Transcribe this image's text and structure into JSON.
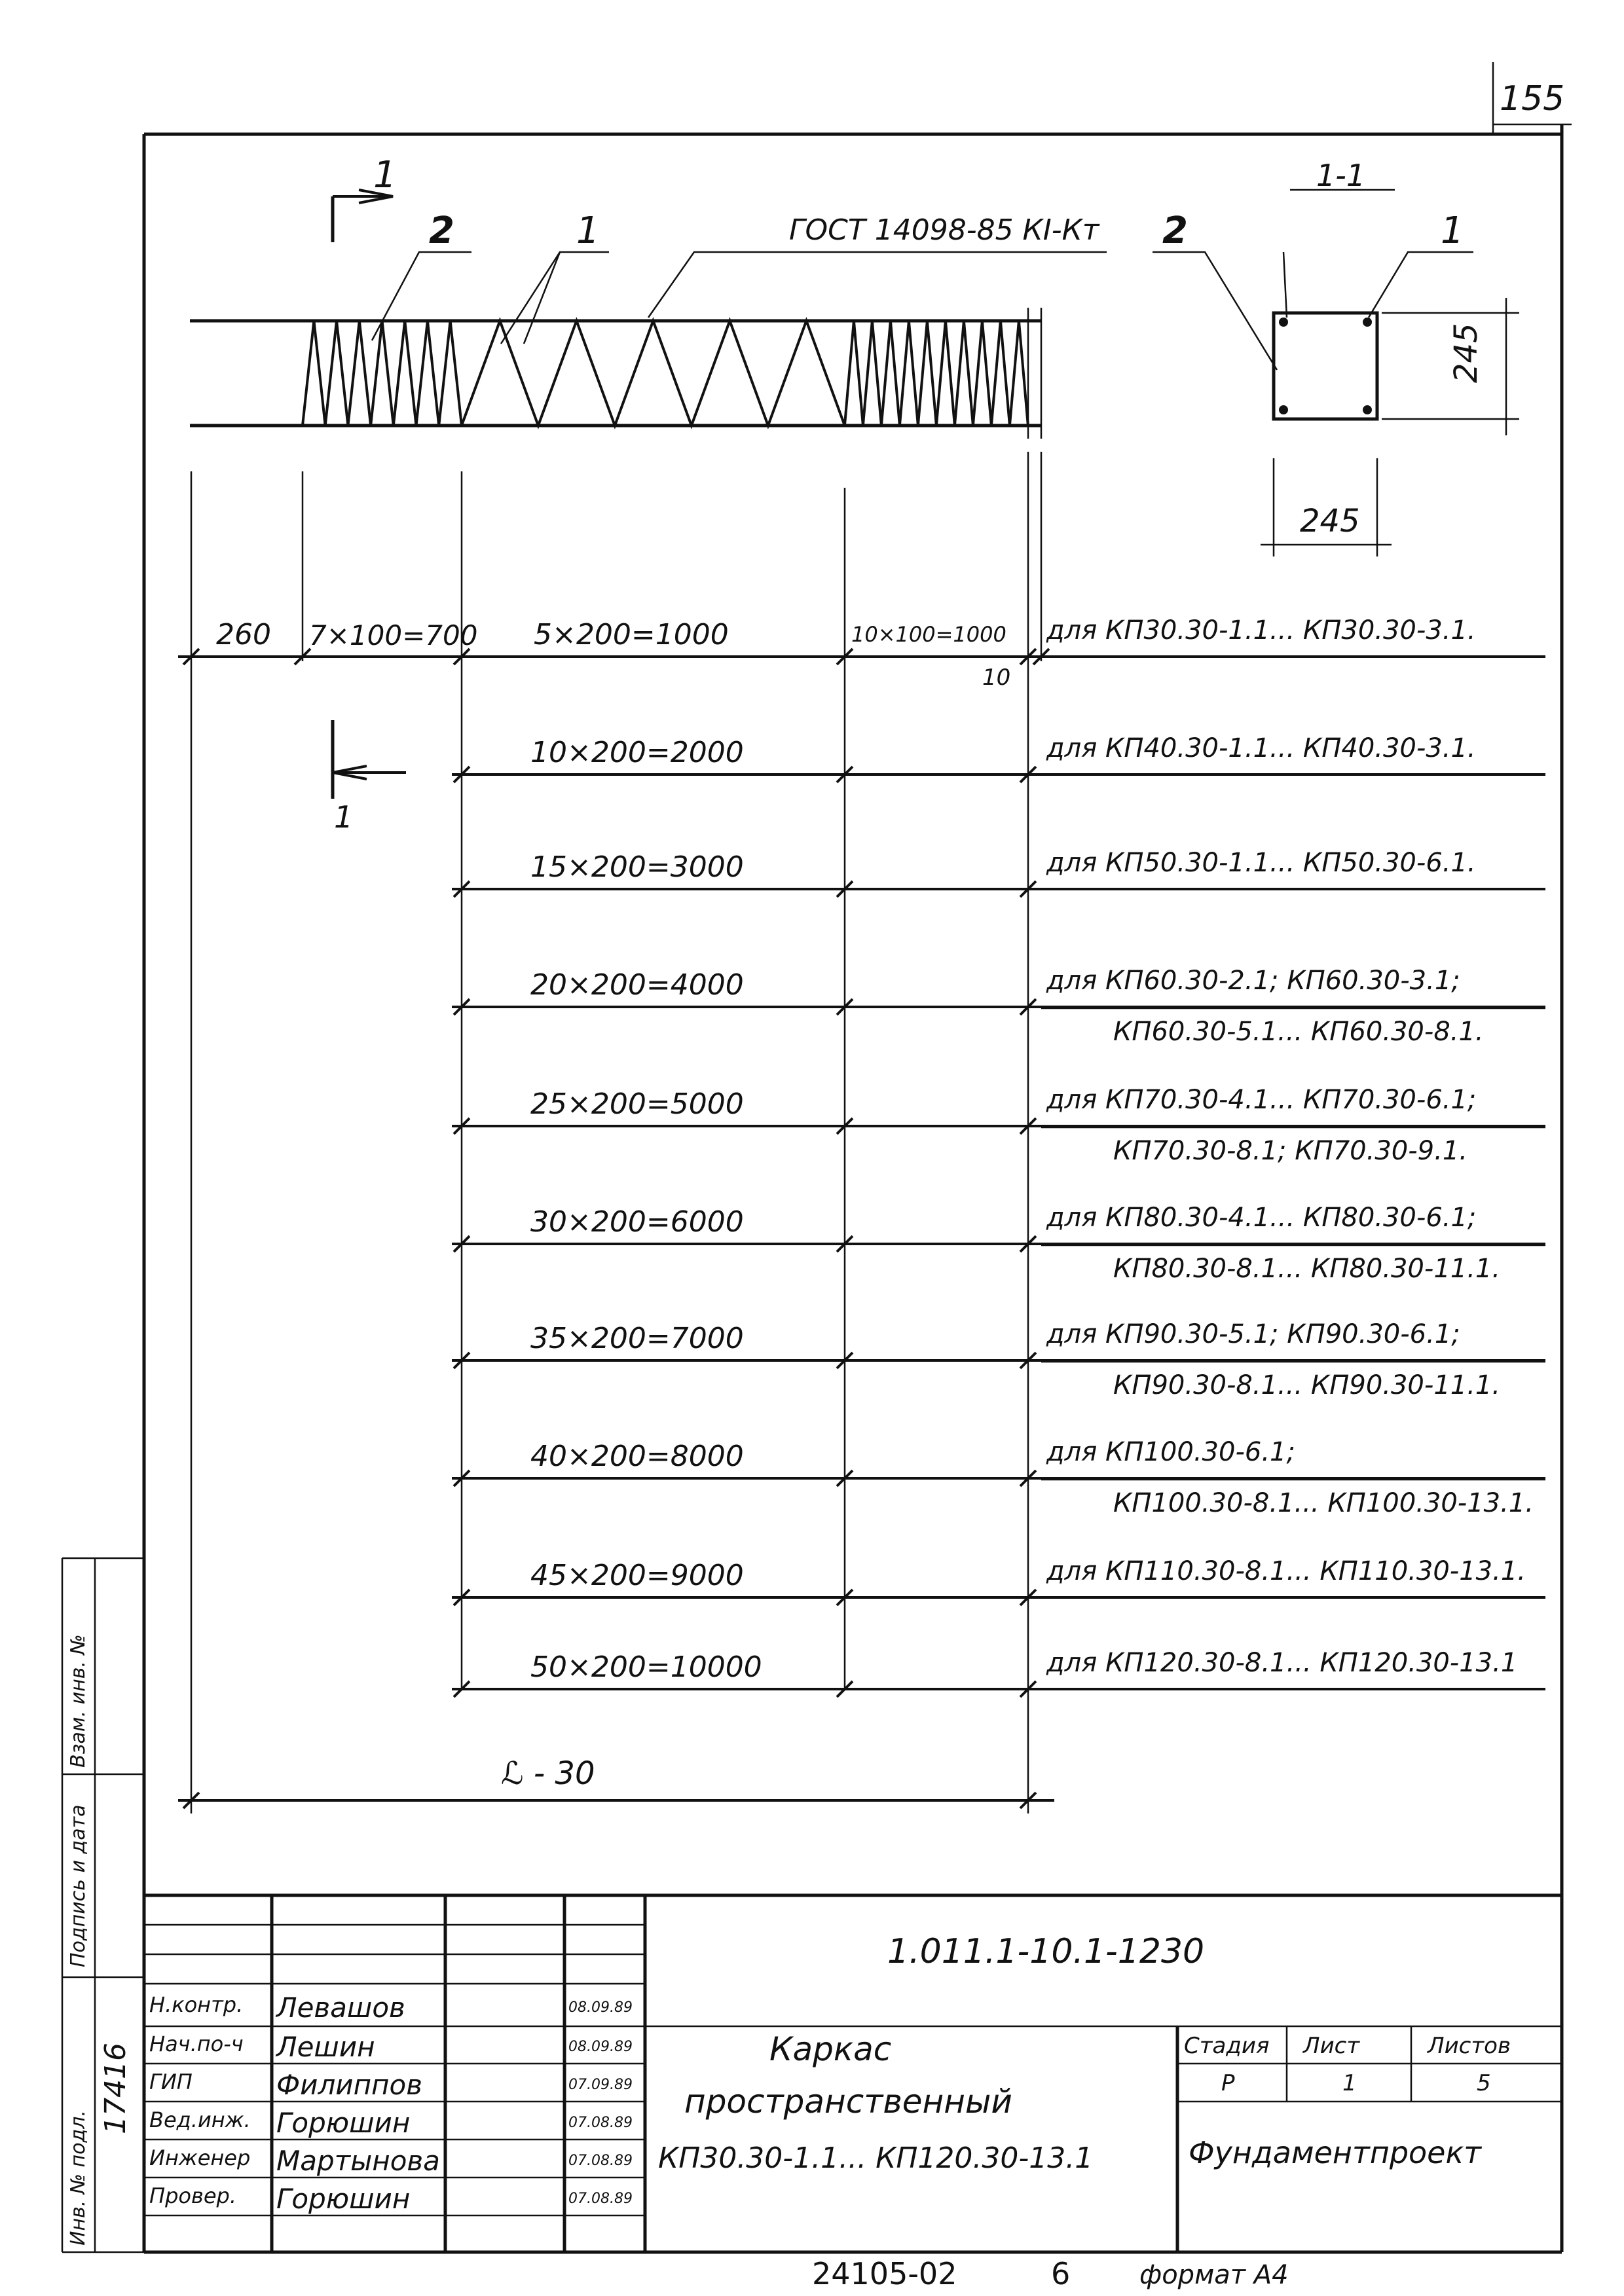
{
  "sheet_number": "155",
  "top_view": {
    "section_mark": "1",
    "callout_2": "2",
    "callout_1": "1",
    "gost": "ГОСТ 14098-85 КI-Кт"
  },
  "section_view": {
    "title": "1-1",
    "callout_2": "2",
    "callout_1": "1",
    "height": "245",
    "width": "245"
  },
  "dimensions": {
    "end": "260",
    "dense": "7×100=700",
    "mid": "5×200=1000",
    "end_dense": "10×100=1000",
    "offset": "10",
    "lower_mark": "1",
    "total": "ℒ - 30"
  },
  "rows": [
    {
      "dim": "",
      "desc": "для КП30.30-1.1... КП30.30-3.1."
    },
    {
      "dim": "10×200=2000",
      "desc": "для КП40.30-1.1... КП40.30-3.1."
    },
    {
      "dim": "15×200=3000",
      "desc": "для КП50.30-1.1... КП50.30-6.1."
    },
    {
      "dim": "20×200=4000",
      "desc": "для КП60.30-2.1; КП60.30-3.1;",
      "desc2": "КП60.30-5.1... КП60.30-8.1."
    },
    {
      "dim": "25×200=5000",
      "desc": "для КП70.30-4.1... КП70.30-6.1;",
      "desc2": "КП70.30-8.1; КП70.30-9.1."
    },
    {
      "dim": "30×200=6000",
      "desc": "для КП80.30-4.1... КП80.30-6.1;",
      "desc2": "КП80.30-8.1... КП80.30-11.1."
    },
    {
      "dim": "35×200=7000",
      "desc": "для КП90.30-5.1; КП90.30-6.1;",
      "desc2": "КП90.30-8.1... КП90.30-11.1."
    },
    {
      "dim": "40×200=8000",
      "desc": "для КП100.30-6.1;",
      "desc2": "КП100.30-8.1... КП100.30-13.1."
    },
    {
      "dim": "45×200=9000",
      "desc": "для КП110.30-8.1... КП110.30-13.1."
    },
    {
      "dim": "50×200=10000",
      "desc": "для КП120.30-8.1... КП120.30-13.1"
    }
  ],
  "side_stamp": {
    "col1": "Инв. № подл.",
    "col2": "Подпись и дата",
    "col3": "Взам. инв. №",
    "inv_number": "17416"
  },
  "title_block": {
    "doc_code": "1.011.1-10.1-1230",
    "people": [
      {
        "role": "Н.контр.",
        "name": "Левашов",
        "date": "08.09.89"
      },
      {
        "role": "Нач.по-ч",
        "name": "Лешин",
        "date": "08.09.89"
      },
      {
        "role": "ГИП",
        "name": "Филиппов",
        "date": "07.09.89"
      },
      {
        "role": "Вед.инж.",
        "name": "Горюшин",
        "date": "07.08.89"
      },
      {
        "role": "Инженер",
        "name": "Мартынова",
        "date": "07.08.89"
      },
      {
        "role": "Провер.",
        "name": "Горюшин",
        "date": "07.08.89"
      }
    ],
    "title_line1": "Каркас",
    "title_line2": "пространственный",
    "title_line3": "КП30.30-1.1... КП120.30-13.1",
    "stage_label": "Стадия",
    "sheet_label": "Лист",
    "sheets_label": "Листов",
    "stage": "Р",
    "sheet": "1",
    "sheets": "5",
    "org": "Фундаментпроект"
  },
  "footer": {
    "code": "24105-02",
    "page": "6",
    "format": "формат А4"
  }
}
